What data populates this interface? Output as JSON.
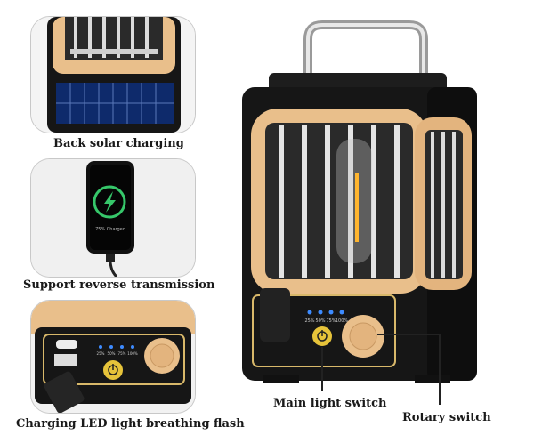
{
  "features": [
    {
      "caption": "Back solar charging"
    },
    {
      "caption": "Support reverse transmission",
      "phone_text": "75% Charged"
    },
    {
      "caption": "Charging LED light breathing flash",
      "levels": [
        "25%",
        "50%",
        "75%",
        "100%"
      ]
    }
  ],
  "callouts": {
    "main_switch": "Main light switch",
    "rotary_switch": "Rotary switch"
  },
  "product": {
    "levels": [
      "25%",
      "50%",
      "75%",
      "100%"
    ]
  },
  "colors": {
    "body": "#161616",
    "frame": "#e9bf8b",
    "accent": "#d8b86a",
    "led": "#3d8bff",
    "charge_green": "#36c76a"
  }
}
